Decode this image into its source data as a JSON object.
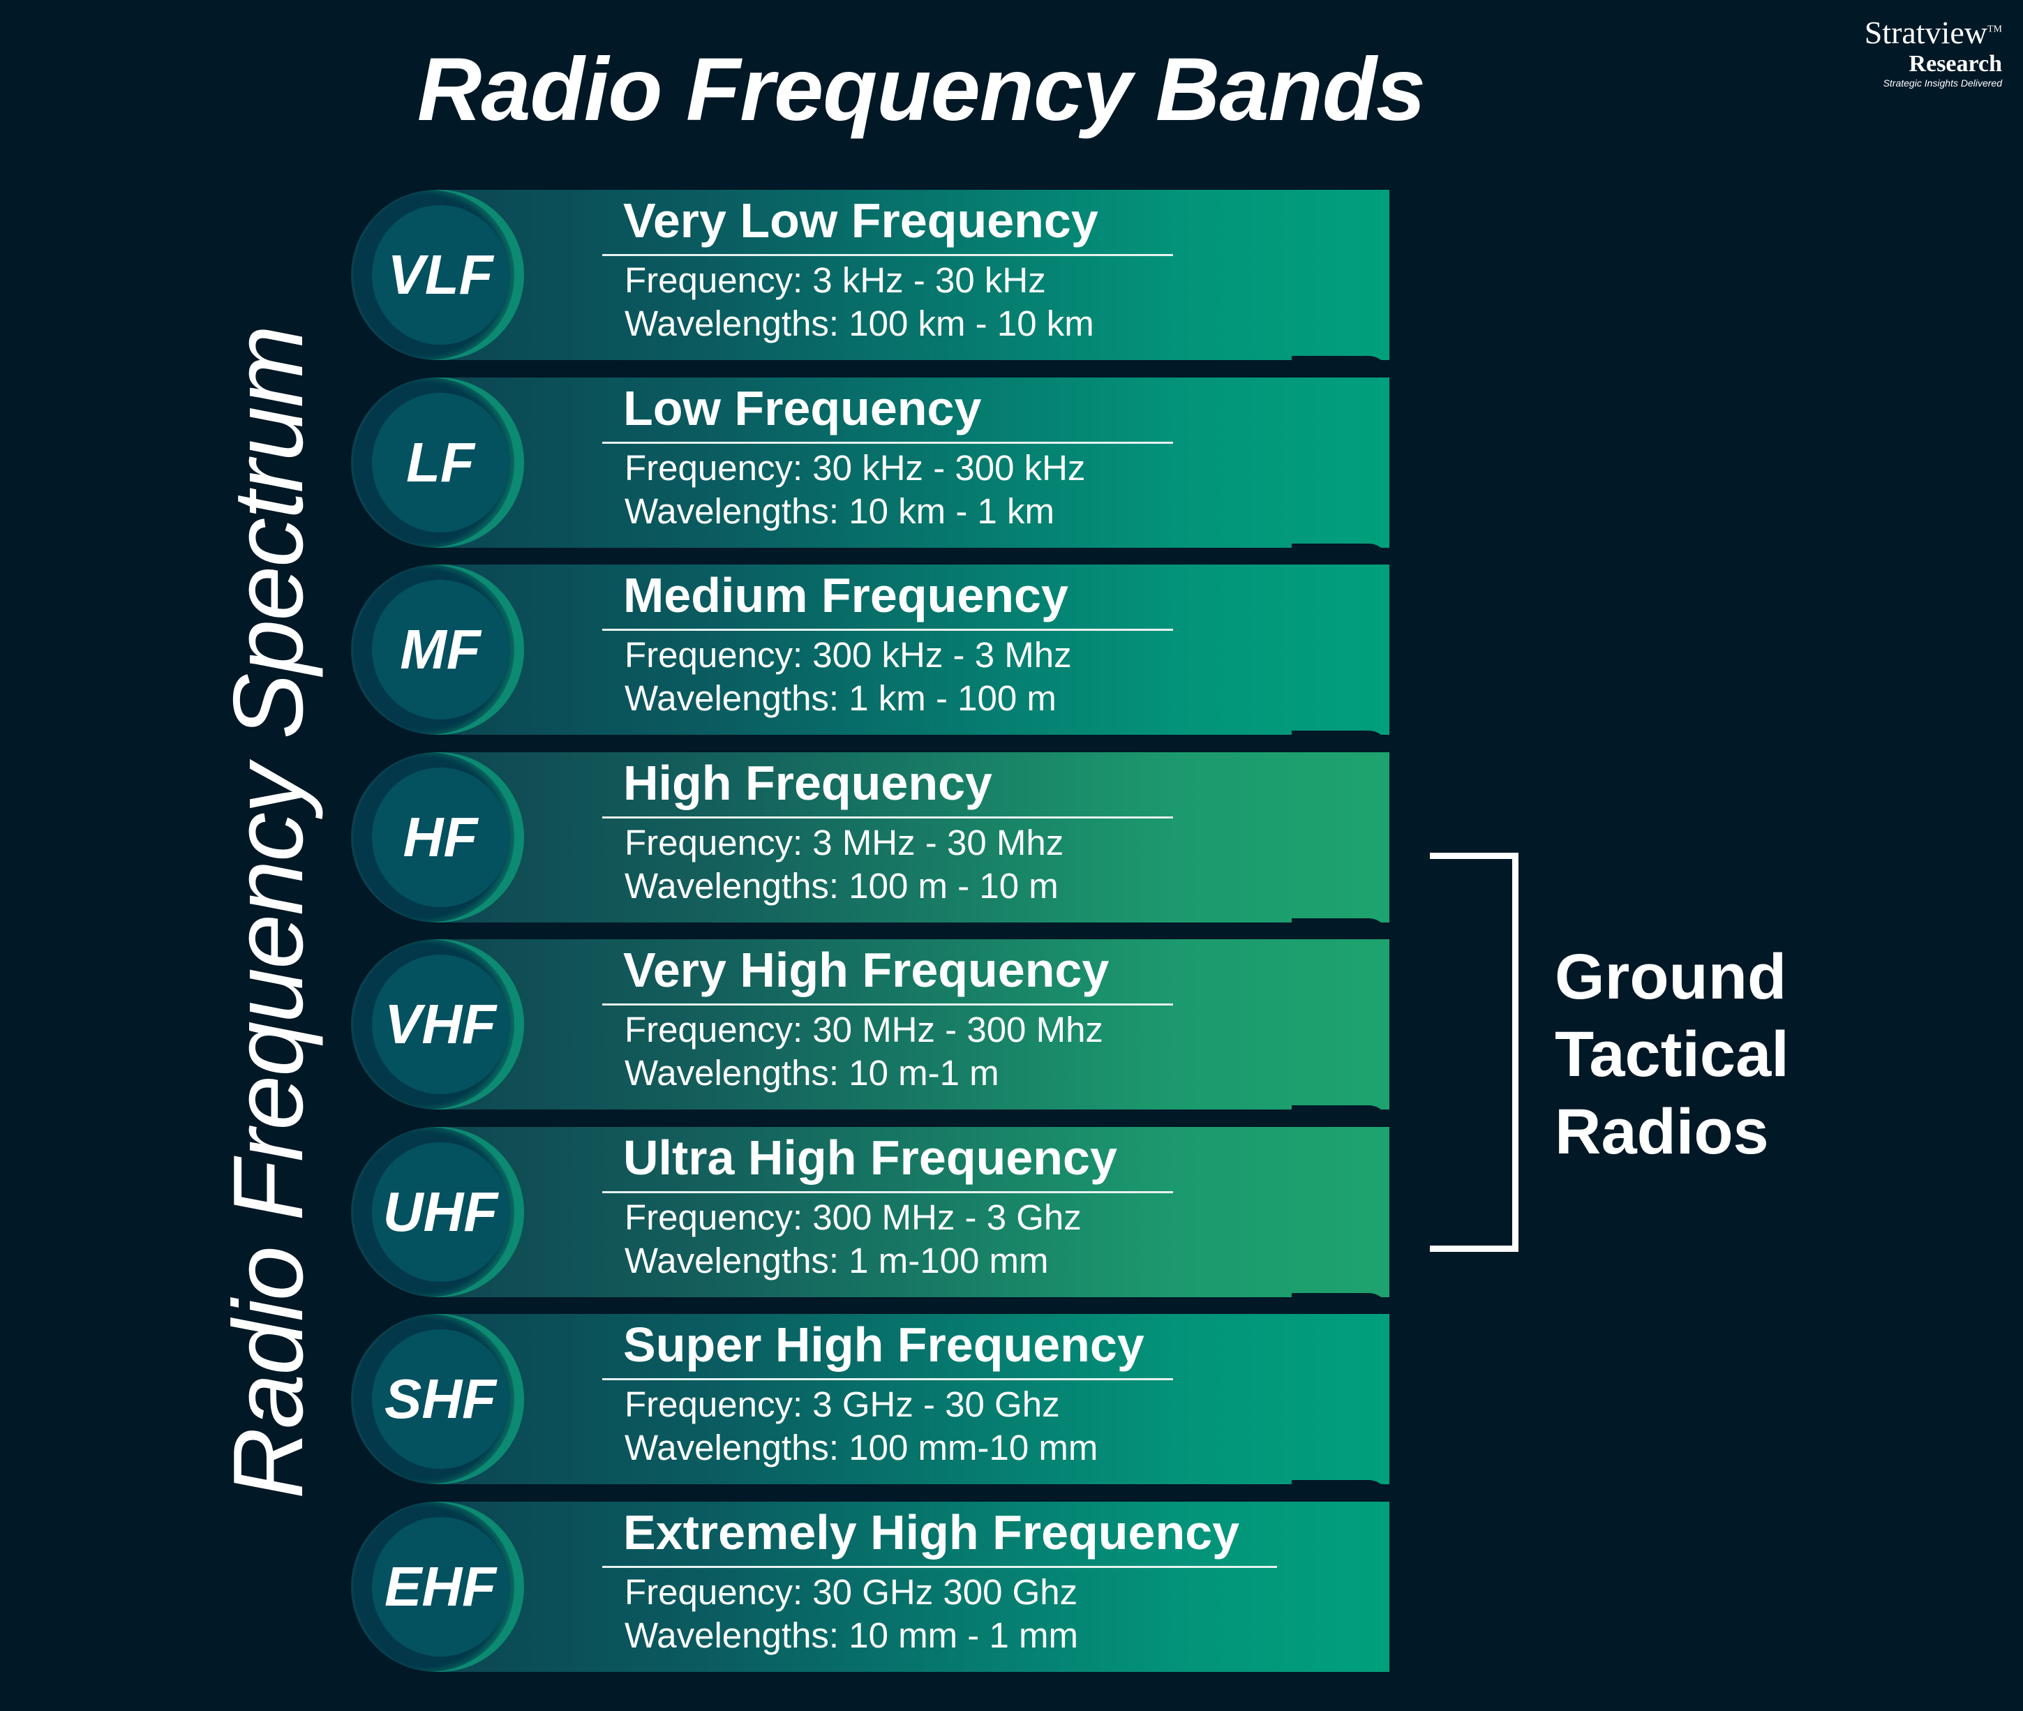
{
  "title": "Radio Frequency Bands",
  "side_label": "Radio Frequency Spectrum",
  "ground_tactical": [
    "Ground",
    "Tactical",
    "Radios"
  ],
  "logo": {
    "name": "Stratview",
    "tm": "TM",
    "sub": "Research",
    "tagline": "Strategic Insights Delivered"
  },
  "bands": [
    {
      "abbr": "VLF",
      "name": "Very Low Frequency",
      "freq": "Frequency: 3 kHz - 30 kHz",
      "wave": "Wavelengths: 100 km - 10 km"
    },
    {
      "abbr": "LF",
      "name": "Low Frequency",
      "freq": "Frequency: 30 kHz - 300 kHz",
      "wave": "Wavelengths: 10 km - 1 km"
    },
    {
      "abbr": "MF",
      "name": "Medium Frequency",
      "freq": "Frequency: 300 kHz - 3 Mhz",
      "wave": "Wavelengths: 1 km - 100 m"
    },
    {
      "abbr": "HF",
      "name": "High Frequency",
      "freq": "Frequency: 3 MHz - 30 Mhz",
      "wave": "Wavelengths: 100 m - 10 m"
    },
    {
      "abbr": "VHF",
      "name": "Very High Frequency",
      "freq": "Frequency: 30 MHz - 300 Mhz",
      "wave": "Wavelengths: 10 m-1 m"
    },
    {
      "abbr": "UHF",
      "name": "Ultra High Frequency",
      "freq": "Frequency: 300 MHz - 3 Ghz",
      "wave": "Wavelengths: 1 m-100 mm"
    },
    {
      "abbr": "SHF",
      "name": "Super High Frequency",
      "freq": "Frequency: 3 GHz - 30 Ghz",
      "wave": "Wavelengths: 100 mm-10 mm"
    },
    {
      "abbr": "EHF",
      "name": "Extremely High Frequency",
      "freq": "Frequency: 30 GHz 300 Ghz",
      "wave": "Wavelengths: 10 mm - 1 mm"
    }
  ]
}
